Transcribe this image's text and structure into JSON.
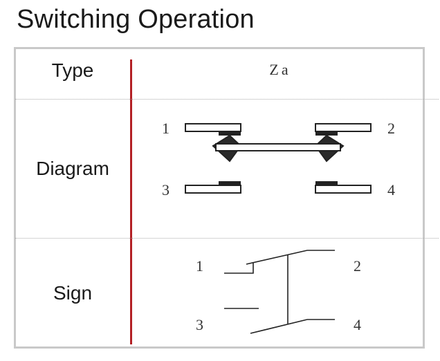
{
  "title": "Switching Operation",
  "rows": {
    "type_label": "Type",
    "type_value": "Za",
    "diagram_label": "Diagram",
    "sign_label": "Sign"
  },
  "diagram_terminals": [
    "1",
    "2",
    "3",
    "4"
  ],
  "sign_terminals": [
    "1",
    "2",
    "3",
    "4"
  ],
  "colors": {
    "divider": "#b32025",
    "frame": "#c9c9c9",
    "contact": "#222222"
  }
}
